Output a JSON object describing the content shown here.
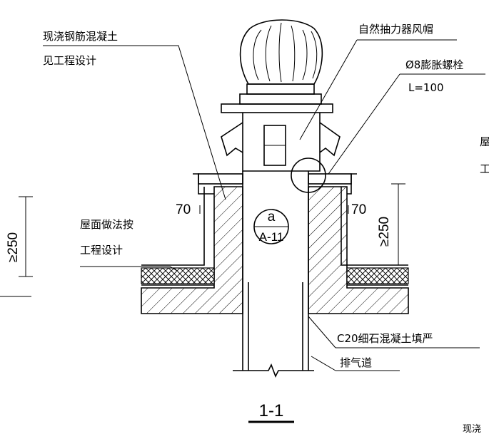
{
  "labels": {
    "cast_concrete_line1": "现浇钢筋混凝土",
    "cast_concrete_line2": "见工程设计",
    "ventilator_cap": "自然抽力器风帽",
    "bolt_line1": "Ø8膨胀螺栓",
    "bolt_line2": "L=100",
    "roof_method_line1": "屋面做法按",
    "roof_method_line2": "工程设计",
    "fill_note": "C20细石混凝土填严",
    "exhaust_duct": "排气道",
    "edge_right_top": "屋",
    "edge_right_mid": "工",
    "edge_bottom_right": "现浇"
  },
  "detail_callout": {
    "number": "a",
    "sheet": "A-11"
  },
  "dimensions": {
    "left_offset": "70",
    "right_offset": "70",
    "upstand_height_right": "≥250",
    "upstand_height_left": "≥250"
  },
  "section_title": "1-1"
}
